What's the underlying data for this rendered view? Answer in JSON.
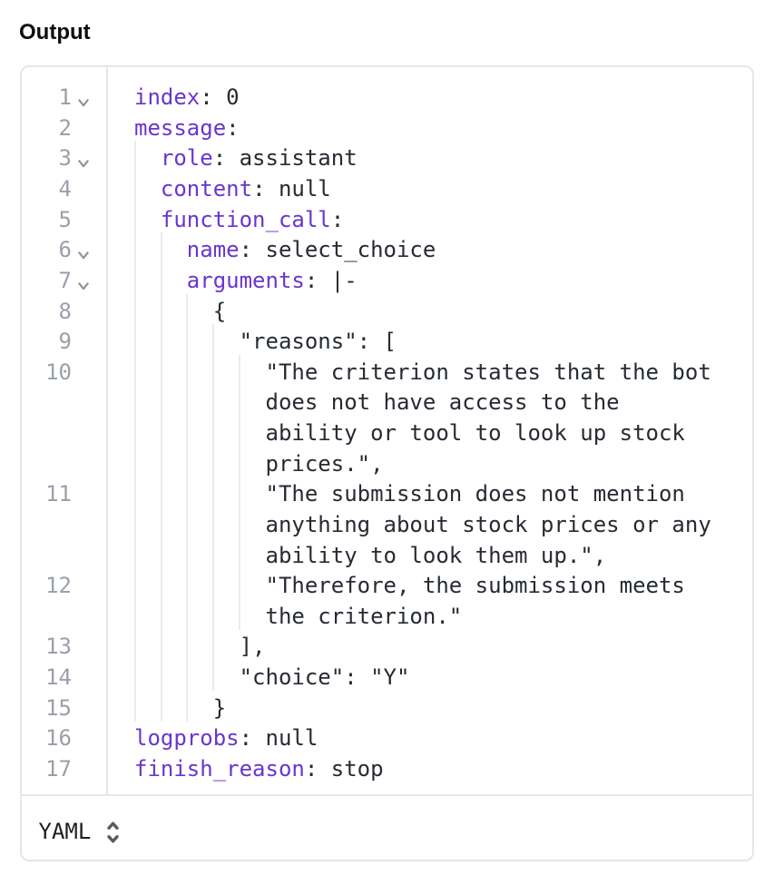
{
  "header": {
    "title": "Output"
  },
  "viewer": {
    "language_label": "YAML",
    "colors": {
      "title": "#0c0d0f",
      "card_border": "#e5e6e9",
      "indent_guide": "#eaebed",
      "line_number": "#9aa0aa",
      "fold_chevron": "#8f939c",
      "yaml_key": "#6936cf",
      "code_text": "#262b33",
      "language_label": "#1b1e22",
      "language_select_icon": "#565b63"
    },
    "lines": [
      {
        "num": 1,
        "fold": true,
        "indent": 0,
        "key": "index",
        "sep": ": ",
        "value": "0"
      },
      {
        "num": 2,
        "fold": false,
        "indent": 0,
        "key": "message",
        "sep": ":",
        "value": ""
      },
      {
        "num": 3,
        "fold": true,
        "indent": 2,
        "key": "role",
        "sep": ": ",
        "value": "assistant"
      },
      {
        "num": 4,
        "fold": false,
        "indent": 2,
        "key": "content",
        "sep": ": ",
        "value": "null"
      },
      {
        "num": 5,
        "fold": false,
        "indent": 2,
        "key": "function_call",
        "sep": ":",
        "value": ""
      },
      {
        "num": 6,
        "fold": true,
        "indent": 4,
        "key": "name",
        "sep": ": ",
        "value": "select_choice"
      },
      {
        "num": 7,
        "fold": true,
        "indent": 4,
        "key": "arguments",
        "sep": ": ",
        "value": "|-"
      },
      {
        "num": 8,
        "fold": false,
        "indent": 6,
        "plain": "{"
      },
      {
        "num": 9,
        "fold": false,
        "indent": 8,
        "plain": "\"reasons\": ["
      },
      {
        "num": 10,
        "fold": false,
        "indent": 10,
        "plain": "\"The criterion states that the bot",
        "wraps": [
          "does not have access to the",
          "ability or tool to look up stock",
          "prices.\","
        ]
      },
      {
        "num": 11,
        "fold": false,
        "indent": 10,
        "plain": "\"The submission does not mention",
        "wraps": [
          "anything about stock prices or any",
          "ability to look them up.\","
        ]
      },
      {
        "num": 12,
        "fold": false,
        "indent": 10,
        "plain": "\"Therefore, the submission meets",
        "wraps": [
          "the criterion.\""
        ]
      },
      {
        "num": 13,
        "fold": false,
        "indent": 8,
        "plain": "],"
      },
      {
        "num": 14,
        "fold": false,
        "indent": 8,
        "plain": "\"choice\": \"Y\""
      },
      {
        "num": 15,
        "fold": false,
        "indent": 6,
        "plain": "}"
      },
      {
        "num": 16,
        "fold": false,
        "indent": 0,
        "key": "logprobs",
        "sep": ": ",
        "value": "null"
      },
      {
        "num": 17,
        "fold": false,
        "indent": 0,
        "key": "finish_reason",
        "sep": ": ",
        "value": "stop"
      }
    ],
    "indent_guides": [
      {
        "col": 0,
        "from_row": 2,
        "to_row": 20
      },
      {
        "col": 2,
        "from_row": 5,
        "to_row": 20
      },
      {
        "col": 4,
        "from_row": 7,
        "to_row": 20
      },
      {
        "col": 6,
        "from_row": 8,
        "to_row": 19
      },
      {
        "col": 8,
        "from_row": 9,
        "to_row": 17
      }
    ]
  }
}
